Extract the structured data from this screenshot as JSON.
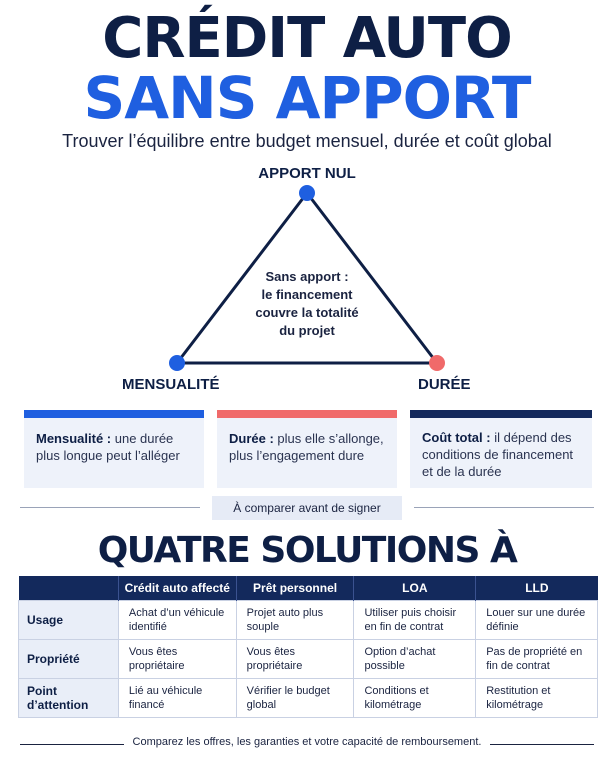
{
  "header": {
    "title_line1": "CRÉDIT AUTO",
    "title_line2": "SANS APPORT",
    "subtitle": "Trouver l’équilibre entre budget mensuel, durée et coût global"
  },
  "triangle": {
    "top_label": "APPORT NUL",
    "left_label": "MENSUALITÉ",
    "right_label": "DURÉE",
    "center_lines": [
      "Sans apport :",
      "le financement",
      "couvre la totalité",
      "du projet"
    ],
    "colors": {
      "top": "#1f5fe0",
      "left": "#1f5fe0",
      "right": "#f06a6a",
      "lines": "#0e1f45"
    }
  },
  "cards": [
    {
      "bold": "Mensualité :",
      "text": " une durée plus longue peut l’alléger",
      "bar_color": "#1f5fe0"
    },
    {
      "bold": "Durée :",
      "text": " plus elle s’allonge, plus l’engagement dure",
      "bar_color": "#f06a6a"
    },
    {
      "bold": "Coût total :",
      "text": " il dépend des conditions de financement et de la durée",
      "bar_color": "#13295c"
    }
  ],
  "compare_note": "À comparer avant de signer",
  "section_title": "QUATRE SOLUTIONS À COMPARER",
  "table": {
    "headers": [
      "",
      "Crédit auto affecté",
      "Prêt personnel",
      "LOA",
      "LLD"
    ],
    "rows": [
      {
        "label": "Usage",
        "cells": [
          "Achat d’un véhicule identifié",
          "Projet auto plus souple",
          "Utiliser puis choisir en fin de contrat",
          "Louer sur une durée définie"
        ]
      },
      {
        "label": "Propriété",
        "cells": [
          "Vous êtes propriétaire",
          "Vous êtes propriétaire",
          "Option d’achat possible",
          "Pas de propriété en fin de contrat"
        ]
      },
      {
        "label": "Point d’attention",
        "cells": [
          "Lié au véhicule financé",
          "Vérifier le budget global",
          "Conditions et kilométrage",
          "Restitution et kilométrage"
        ]
      }
    ]
  },
  "footer": "Comparez les offres, les garanties et votre capacité de remboursement."
}
